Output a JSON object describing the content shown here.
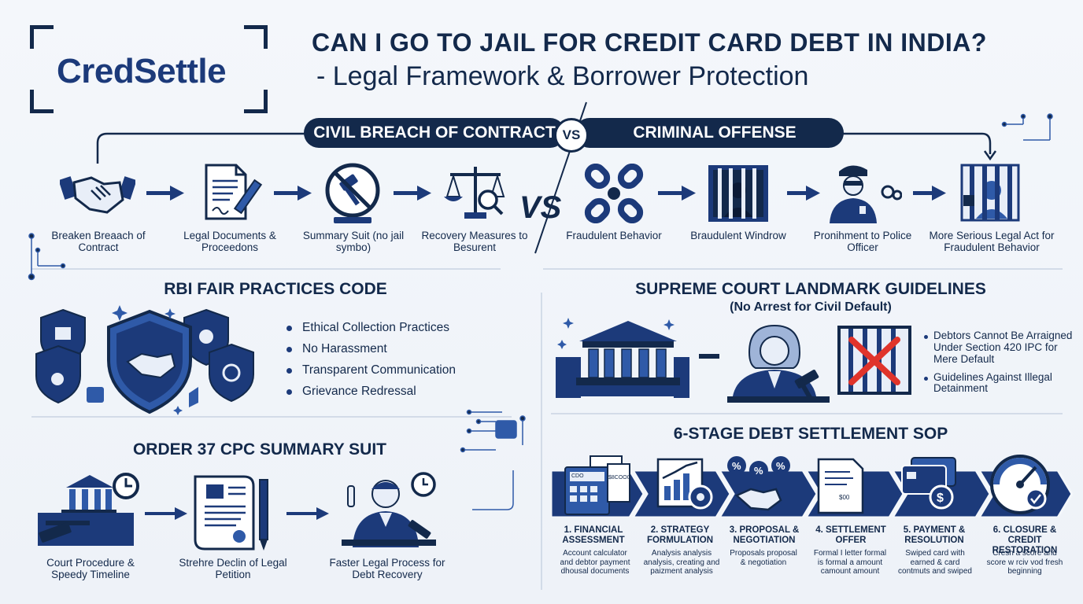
{
  "brand": {
    "logo": "CredSettle"
  },
  "header": {
    "title": "CAN I GO TO JAIL FOR CREDIT CARD DEBT IN INDIA?",
    "subtitle": "- Legal Framework & Borrower Protection"
  },
  "comparison": {
    "civil_label": "CIVIL BREACH OF CONTRACT",
    "vs_label": "VS",
    "vs_big": "VS",
    "criminal_label": "CRIMINAL OFFENSE",
    "civil_steps": [
      {
        "icon": "handshake-icon",
        "label": "Breaken Breaach of Contract"
      },
      {
        "icon": "legal-document-icon",
        "label": "Legal Documents & Proceedons"
      },
      {
        "icon": "no-gavel-icon",
        "label": "Summary Suit (no jail symbo)"
      },
      {
        "icon": "scales-icon",
        "label": "Recovery Measures to Besurent"
      }
    ],
    "criminal_steps": [
      {
        "icon": "broken-chain-icon",
        "label": "Fraudulent Behavior"
      },
      {
        "icon": "jail-window-icon",
        "label": "Braudulent Windrow"
      },
      {
        "icon": "police-officer-icon",
        "label": "Pronihment to Police Officer"
      },
      {
        "icon": "jail-icon",
        "label": "More Serious Legal Act for Fraudulent Behavior"
      }
    ]
  },
  "rbi": {
    "title": "RBI FAIR PRACTICES CODE",
    "bullets": [
      "Ethical Collection Practices",
      "No Harassment",
      "Transparent Communication",
      "Grievance Redressal"
    ]
  },
  "supreme_court": {
    "title": "SUPREME COURT LANDMARK GUIDELINES",
    "subtitle": "(No Arrest for Civil Default)",
    "bullets": [
      "Debtors Cannot Be Arraigned Under Section 420 IPC for Mere Default",
      "Guidelines Against Illegal Detainment"
    ]
  },
  "order37": {
    "title": "ORDER 37 CPC SUMMARY SUIT",
    "steps": [
      {
        "icon": "court-clock-icon",
        "label": "Court Procedure & Speedy Timeline"
      },
      {
        "icon": "petition-icon",
        "label": "Strehre Declin of Legal Petition"
      },
      {
        "icon": "judge-icon",
        "label": "Faster Legal Process for Debt Recovery"
      }
    ]
  },
  "sop": {
    "title": "6-STAGE DEBT SETTLEMENT SOP",
    "calc_text_1": "CDO",
    "calc_text_2": "$8COO0",
    "offer_text": "$00",
    "stages": [
      {
        "title": "1. FINANCIAL ASSESSMENT",
        "desc": "Account calculator and debtor payment dhousal documents"
      },
      {
        "title": "2. STRATEGY FORMULATION",
        "desc": "Analysis analysis analysis, creating and paizment analysis"
      },
      {
        "title": "3. PROPOSAL & NEGOTIATION",
        "desc": "Proposals proposal & negotiation"
      },
      {
        "title": "4. SETTLEMENT OFFER",
        "desc": "Formal I letter formal is formal a amount camount amount"
      },
      {
        "title": "5. PAYMENT & RESOLUTION",
        "desc": "Swiped card with earned & card contmuts and swiped"
      },
      {
        "title": "6. CLOSURE & CREDIT RESTORATION",
        "desc": "Cresh a score and score w rciv vod fresh beginning"
      }
    ]
  },
  "colors": {
    "navy": "#13294b",
    "blue": "#1c3a7a",
    "mid": "#2f5aa8",
    "red": "#e0342b"
  }
}
